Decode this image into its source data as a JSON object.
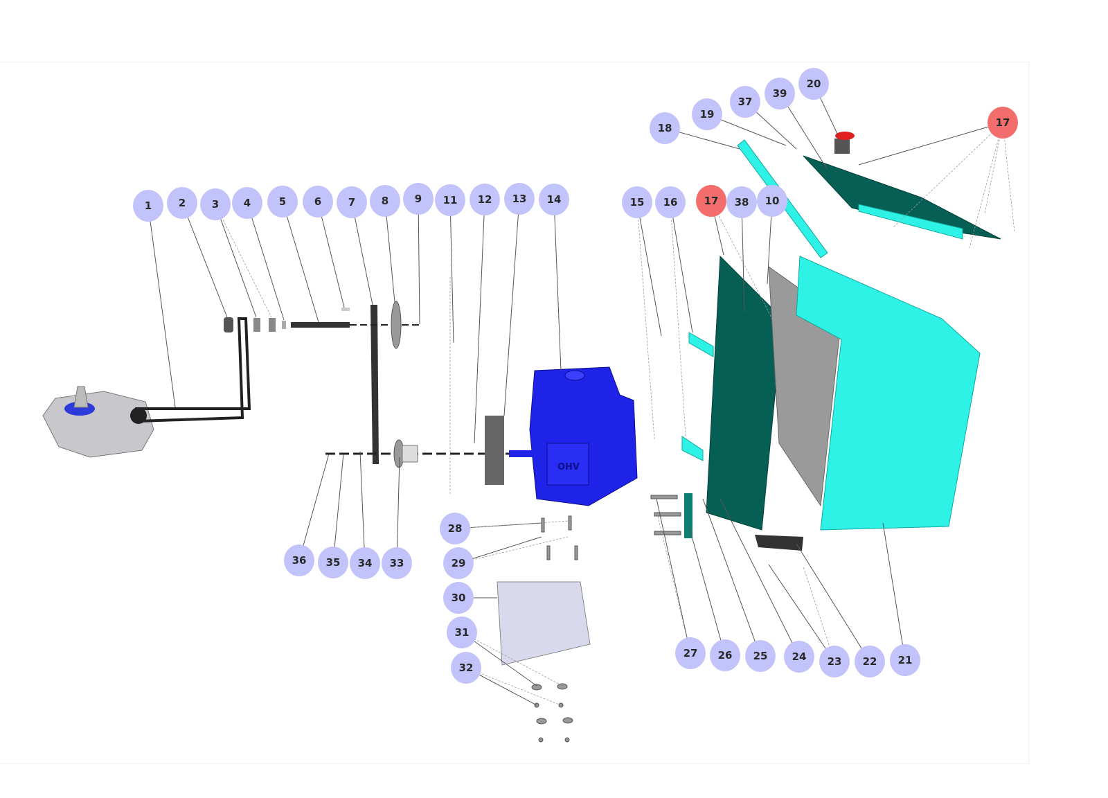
{
  "diagram": {
    "colors": {
      "callout": "#c3c3fb",
      "callout_highlight": "#f46d6d",
      "panel_dark": "#065f54",
      "panel_light": "#2ef2e6",
      "engine": "#1f23e8",
      "plate": "#a9a9a9"
    },
    "engine_logo": "OHV",
    "callouts": [
      {
        "label": "1",
        "highlight": false
      },
      {
        "label": "2",
        "highlight": false
      },
      {
        "label": "3",
        "highlight": false
      },
      {
        "label": "4",
        "highlight": false
      },
      {
        "label": "5",
        "highlight": false
      },
      {
        "label": "6",
        "highlight": false
      },
      {
        "label": "7",
        "highlight": false
      },
      {
        "label": "8",
        "highlight": false
      },
      {
        "label": "9",
        "highlight": false
      },
      {
        "label": "11",
        "highlight": false
      },
      {
        "label": "12",
        "highlight": false
      },
      {
        "label": "13",
        "highlight": false
      },
      {
        "label": "14",
        "highlight": false
      },
      {
        "label": "15",
        "highlight": false
      },
      {
        "label": "16",
        "highlight": false
      },
      {
        "label": "17",
        "highlight": true
      },
      {
        "label": "38",
        "highlight": false
      },
      {
        "label": "10",
        "highlight": false
      },
      {
        "label": "18",
        "highlight": false
      },
      {
        "label": "19",
        "highlight": false
      },
      {
        "label": "37",
        "highlight": false
      },
      {
        "label": "39",
        "highlight": false
      },
      {
        "label": "20",
        "highlight": false
      },
      {
        "label": "17",
        "highlight": true
      },
      {
        "label": "28",
        "highlight": false
      },
      {
        "label": "29",
        "highlight": false
      },
      {
        "label": "30",
        "highlight": false
      },
      {
        "label": "31",
        "highlight": false
      },
      {
        "label": "32",
        "highlight": false
      },
      {
        "label": "36",
        "highlight": false
      },
      {
        "label": "35",
        "highlight": false
      },
      {
        "label": "34",
        "highlight": false
      },
      {
        "label": "33",
        "highlight": false
      },
      {
        "label": "27",
        "highlight": false
      },
      {
        "label": "26",
        "highlight": false
      },
      {
        "label": "25",
        "highlight": false
      },
      {
        "label": "24",
        "highlight": false
      },
      {
        "label": "23",
        "highlight": false
      },
      {
        "label": "22",
        "highlight": false
      },
      {
        "label": "21",
        "highlight": false
      }
    ]
  }
}
